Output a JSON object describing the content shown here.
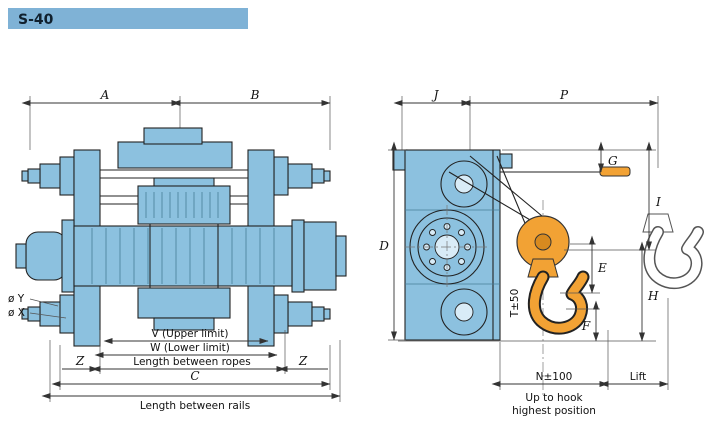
{
  "title": "S-40",
  "front_view": {
    "dim_a": "A",
    "dim_b": "B",
    "dim_c": "C",
    "dim_z_left": "Z",
    "dim_z_right": "Z",
    "dia_y": "ø Y",
    "dia_x": "ø X",
    "upper_limit": "V (Upper limit)",
    "lower_limit": "W (Lower limit)",
    "length_between_ropes": "Length between ropes",
    "length_between_rails": "Length between rails"
  },
  "side_view": {
    "dim_j": "J",
    "dim_p": "P",
    "dim_d": "D",
    "dim_g": "G",
    "dim_i": "I",
    "dim_e": "E",
    "dim_h": "H",
    "dim_f": "F",
    "dim_t": "T±50",
    "dim_n": "N±100",
    "lift_label": "Lift",
    "hook_note_line1": "Up to hook",
    "hook_note_line2": "highest position"
  },
  "colors": {
    "body": "#8CC1DF",
    "hook": "#F2A234",
    "header": "#7FB2D6",
    "outline": "#222222"
  }
}
